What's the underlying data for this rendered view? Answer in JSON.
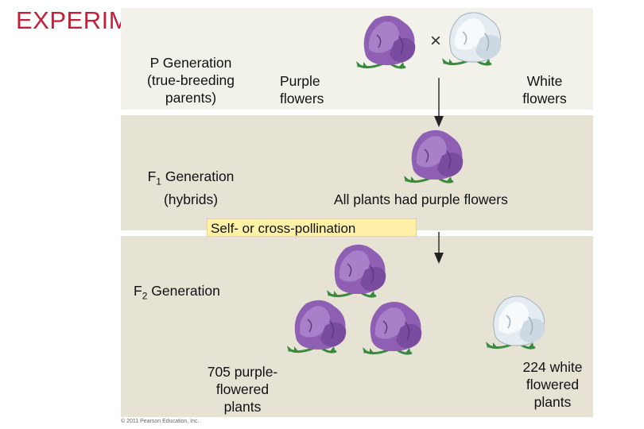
{
  "heading": "EXPERIMENT",
  "p_generation": {
    "line1": "P Generation",
    "line2": "(true-breeding",
    "line3": "parents)"
  },
  "f1_generation": {
    "prefix": "F",
    "sub": "1",
    "suffix": " Generation",
    "line2": "(hybrids)"
  },
  "f2_generation": {
    "prefix": "F",
    "sub": "2",
    "suffix": " Generation"
  },
  "purple_label": {
    "line1": "Purple",
    "line2": "flowers"
  },
  "white_label": {
    "line1": "White",
    "line2": "flowers"
  },
  "cross_symbol": "×",
  "f1_result": "All plants had purple flowers",
  "pollination": "Self- or cross-pollination",
  "purple_count": {
    "line1": "705 purple-",
    "line2": "flowered",
    "line3": "plants"
  },
  "white_count": {
    "line1": "224 white",
    "line2": "flowered",
    "line3": "plants"
  },
  "copyright": "© 2011 Pearson Education, Inc.",
  "colors": {
    "purple": "#8e5fb3",
    "purple_dark": "#5d3a80",
    "white_flower": "#e4ecf1",
    "leaf": "#3a8a3e",
    "heading": "#c41e3a"
  }
}
